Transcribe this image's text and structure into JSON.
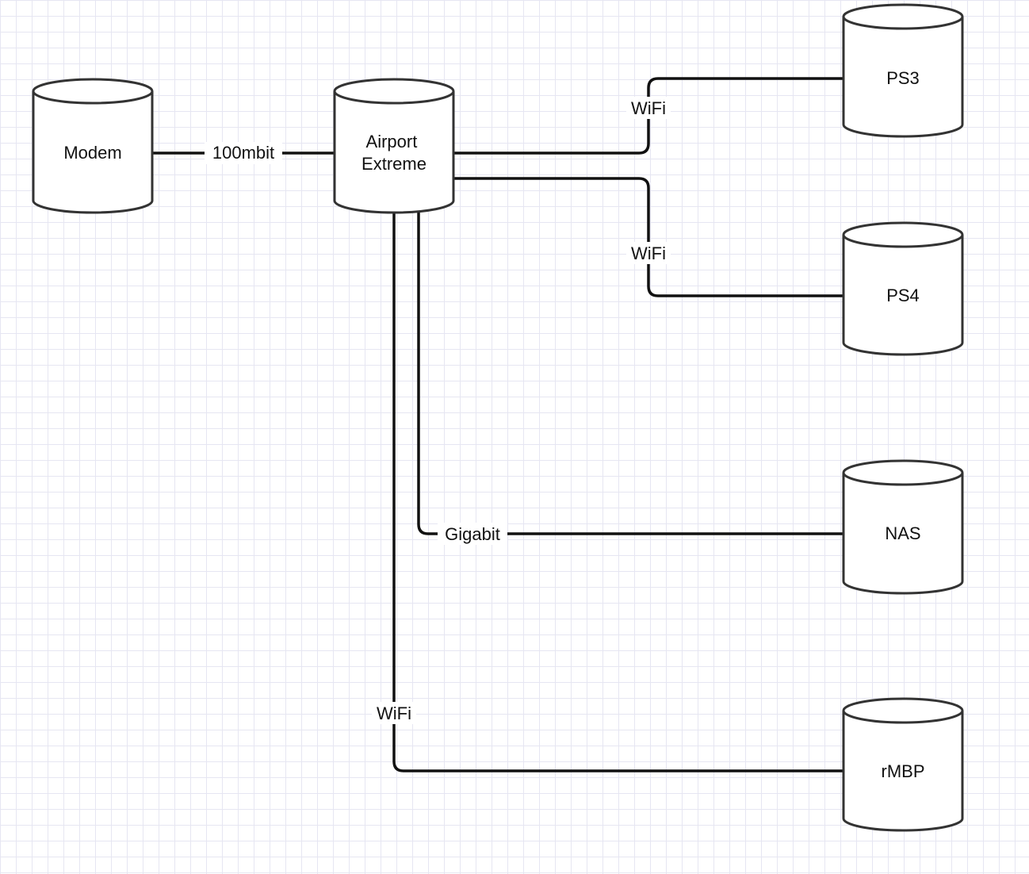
{
  "nodes": {
    "modem": {
      "lines": [
        "Modem"
      ]
    },
    "airport": {
      "lines": [
        "Airport",
        "Extreme"
      ]
    },
    "ps3": {
      "lines": [
        "PS3"
      ]
    },
    "ps4": {
      "lines": [
        "PS4"
      ]
    },
    "nas": {
      "lines": [
        "NAS"
      ]
    },
    "rmbp": {
      "lines": [
        "rMBP"
      ]
    }
  },
  "edges": {
    "modem_airport": {
      "label": "100mbit"
    },
    "airport_ps3": {
      "label": "WiFi"
    },
    "airport_ps4": {
      "label": "WiFi"
    },
    "airport_nas": {
      "label": "Gigabit"
    },
    "airport_rmbp": {
      "label": "WiFi"
    }
  },
  "colors": {
    "grid": "#e6e6f2",
    "stroke": "#111111",
    "background": "#ffffff"
  }
}
